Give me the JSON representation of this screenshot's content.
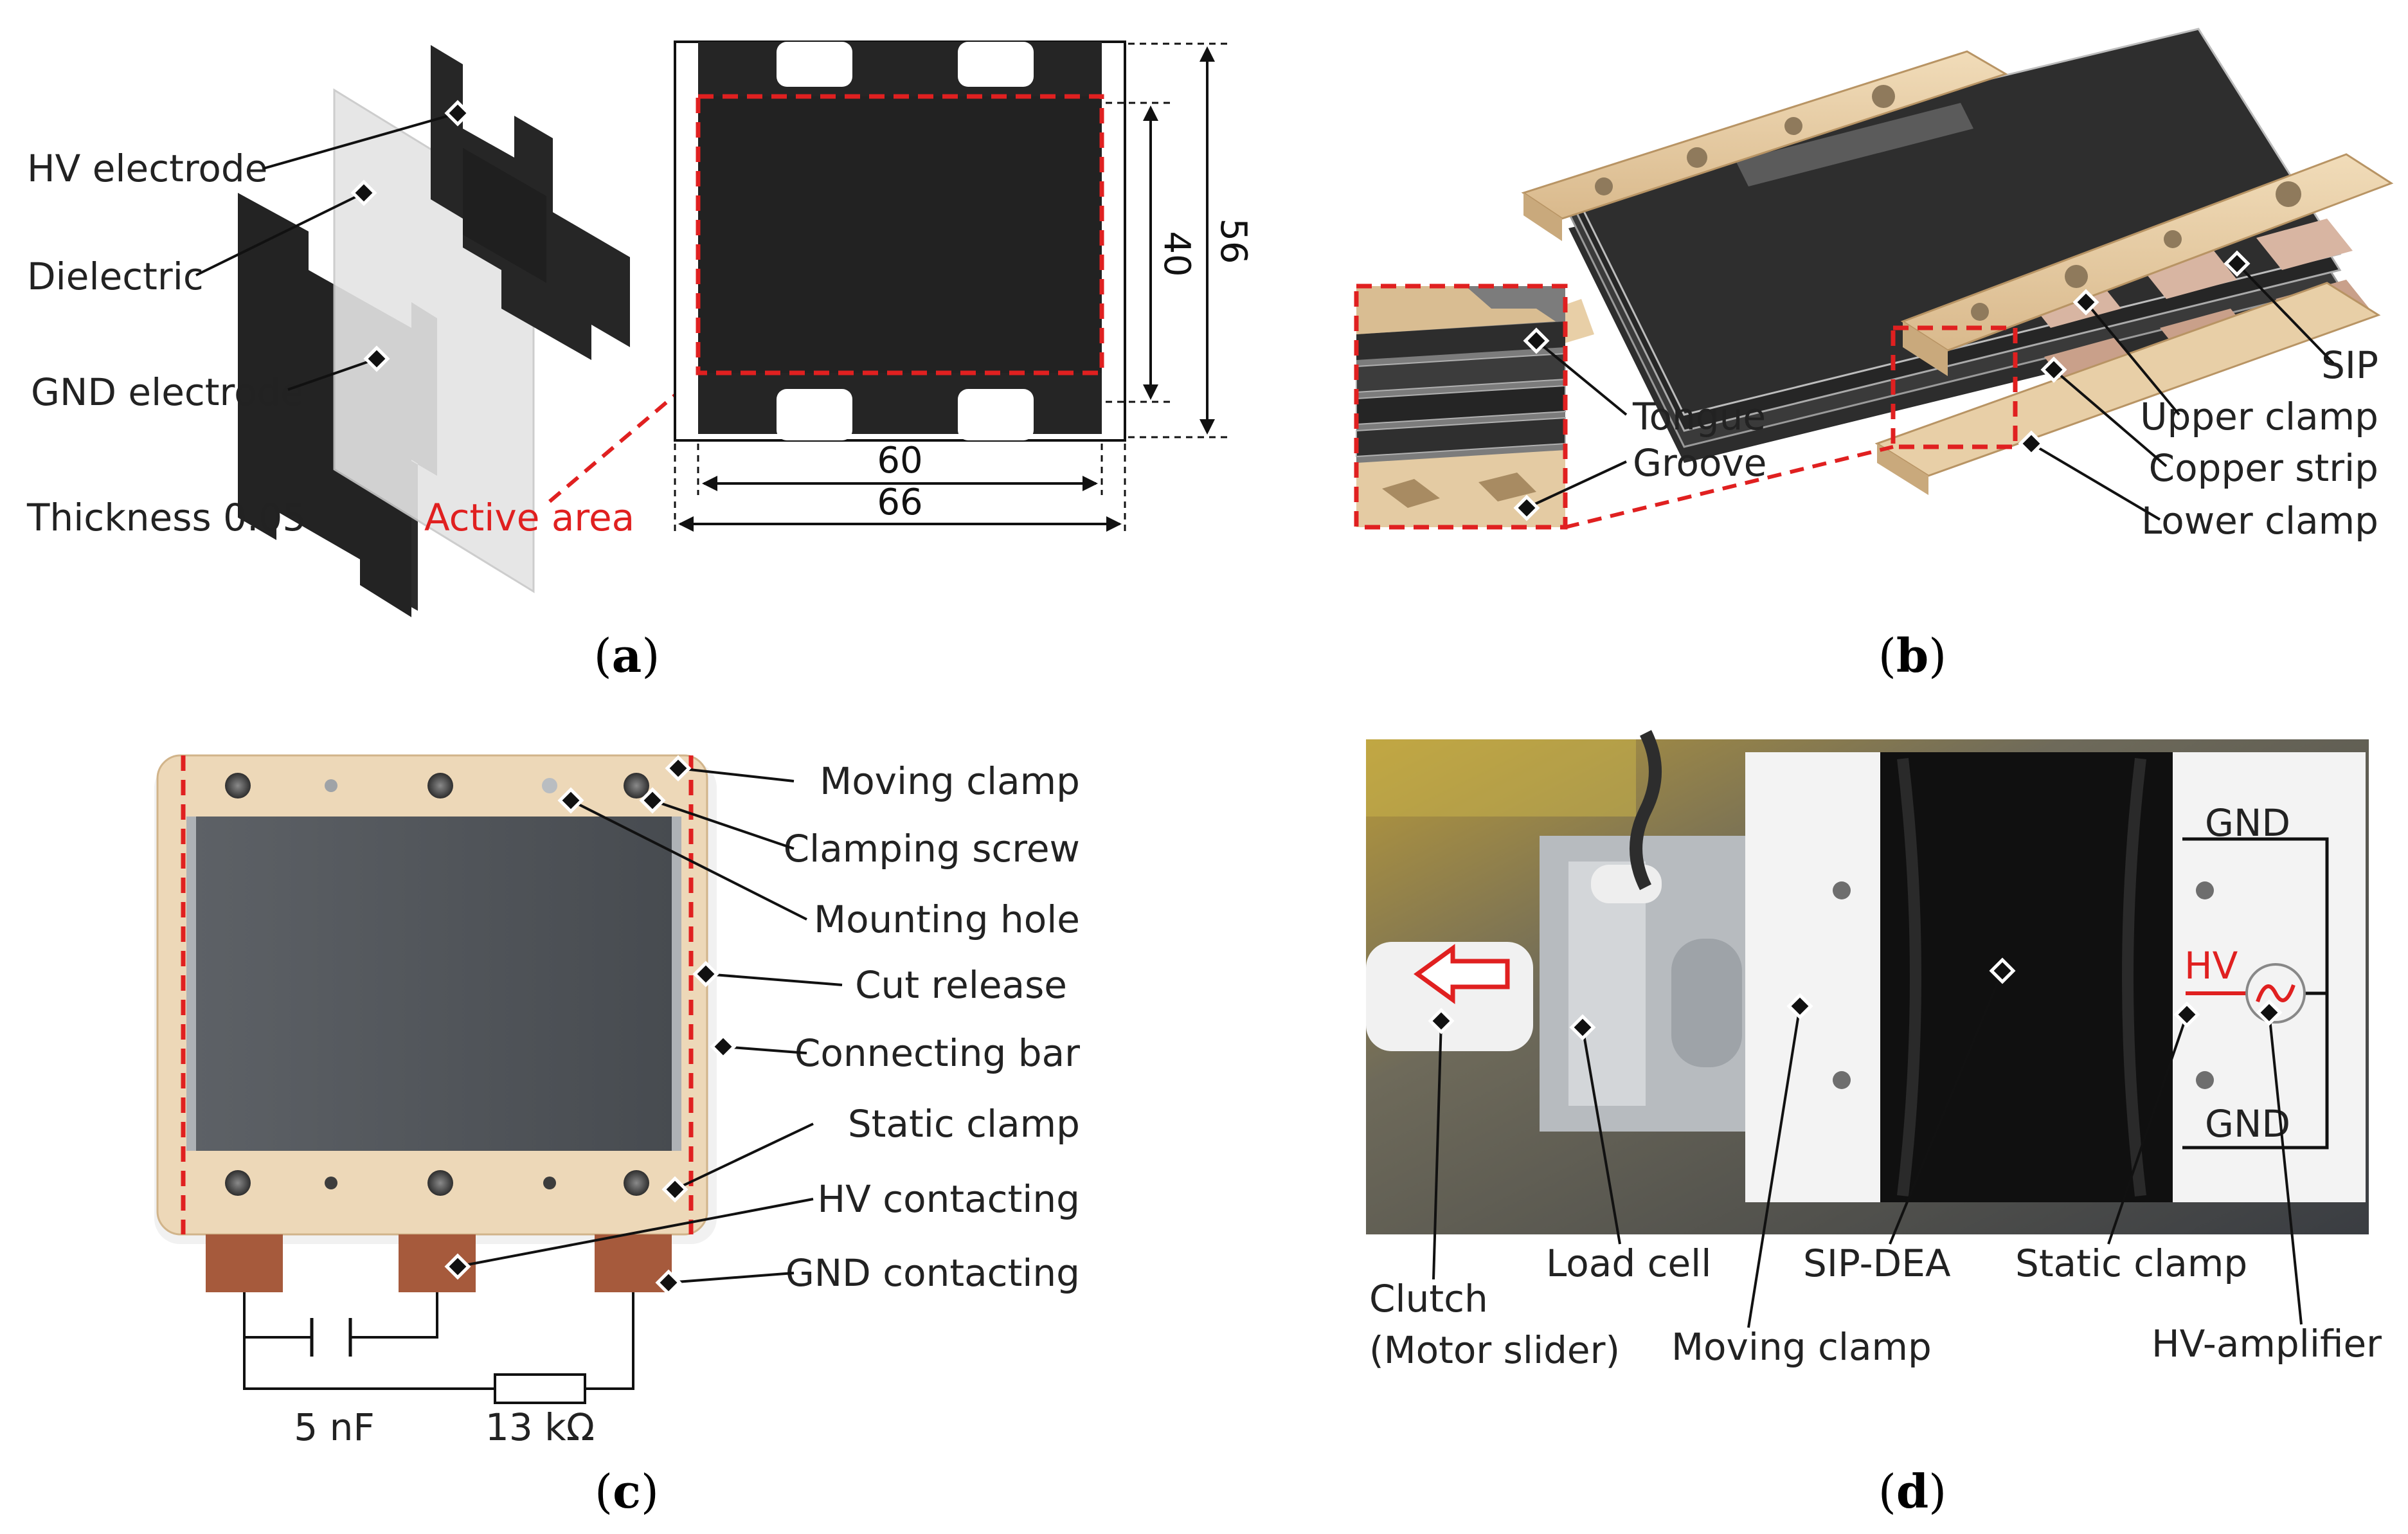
{
  "colors": {
    "electrode": "#262626",
    "dielectric": "#e6e6e6",
    "active_dash": "#e02020",
    "clamp_wood": "#e9d0aa",
    "clamp_wood_dark": "#c9a97c",
    "copper": "#a65a3c",
    "photo_white": "#f2f2f2",
    "text": "#222222"
  },
  "panel_a": {
    "caption": "a",
    "labels": {
      "hv_electrode": "HV electrode",
      "dielectric": "Dielectric",
      "gnd_electrode": "GND electrode",
      "thickness": "Thickness 0.05",
      "active_area": "Active area"
    },
    "dims": {
      "width_active": "60",
      "width_total": "66",
      "height_active": "40",
      "height_total": "56"
    }
  },
  "panel_b": {
    "caption": "b",
    "labels": {
      "tongue": "Tongue",
      "groove": "Groove",
      "sip": "SIP",
      "upper_clamp": "Upper clamp",
      "copper_strip": "Copper strip",
      "lower_clamp": "Lower clamp"
    }
  },
  "panel_c": {
    "caption": "c",
    "labels": {
      "moving_clamp": "Moving clamp",
      "clamping_screw": "Clamping screw",
      "mounting_hole": "Mounting hole",
      "cut_release": "Cut release",
      "connecting_bar": "Connecting bar",
      "static_clamp": "Static clamp",
      "hv_contacting": "HV contacting",
      "gnd_contacting": "GND contacting"
    },
    "circuit": {
      "capacitor": "5 nF",
      "resistor": "13 kΩ"
    }
  },
  "panel_d": {
    "caption": "d",
    "labels": {
      "gnd_top": "GND",
      "hv": "HV",
      "gnd_bottom": "GND",
      "clutch_line1": "Clutch",
      "clutch_line2": "(Motor slider)",
      "load_cell": "Load cell",
      "moving_clamp": "Moving clamp",
      "sip_dea": "SIP-DEA",
      "static_clamp": "Static clamp",
      "hv_amplifier": "HV-amplifier"
    }
  }
}
